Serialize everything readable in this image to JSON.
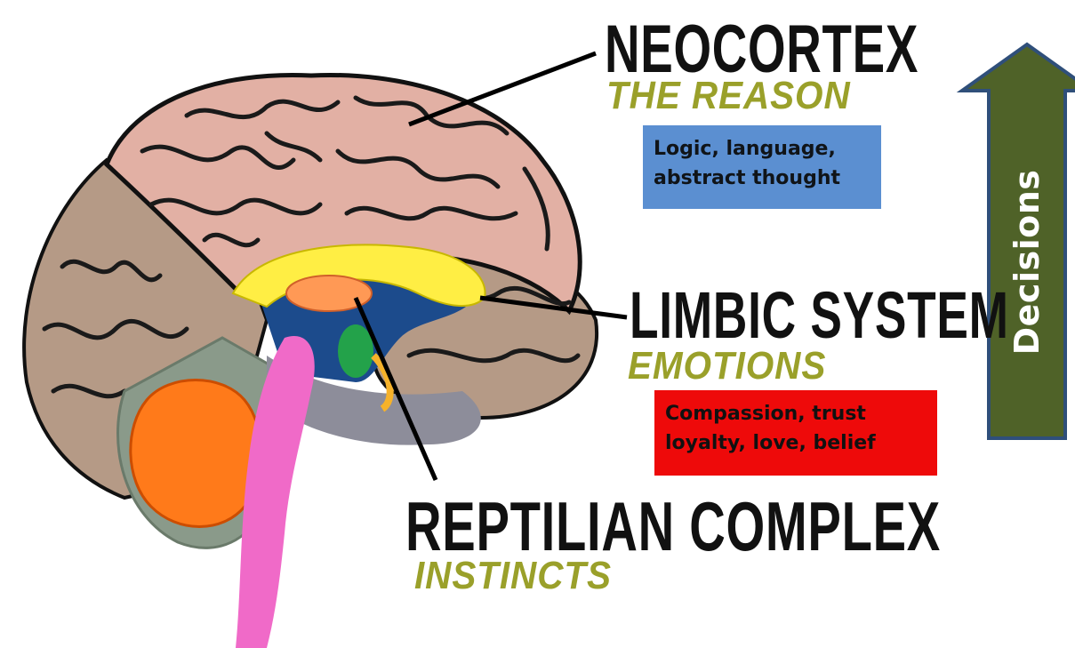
{
  "neocortex": {
    "title": "NEOCORTEX",
    "subtitle": "THE REASON",
    "note_lines": [
      "Logic, language,",
      "abstract thought"
    ]
  },
  "limbic": {
    "title": "LIMBIC SYSTEM",
    "subtitle": "EMOTIONS",
    "note_lines": [
      "Compassion, trust",
      "loyalty,  love,  belief"
    ]
  },
  "reptilian": {
    "title": "REPTILIAN COMPLEX",
    "subtitle": "INSTINCTS"
  },
  "arrow": {
    "label": "Decisions",
    "fill_color": "#4f6228",
    "border_color": "#2f4f7a"
  },
  "colors": {
    "neocortex": "#e2b0a4",
    "neocortex_back": "#b59a86",
    "limbic_ring": "#ffee44",
    "limbic_interior": "#1c4b8c",
    "thalamus": "#ff9955",
    "amygdala": "#23a24a",
    "cerebellum": "#ff7a1a",
    "brainstem": "#f06ac8",
    "subtitle": "#9aa02a",
    "neocortex_note_bg": "#5b8fd1",
    "limbic_note_bg": "#ee0a0a"
  },
  "icons": [
    "brain-diagram",
    "up-arrow"
  ]
}
